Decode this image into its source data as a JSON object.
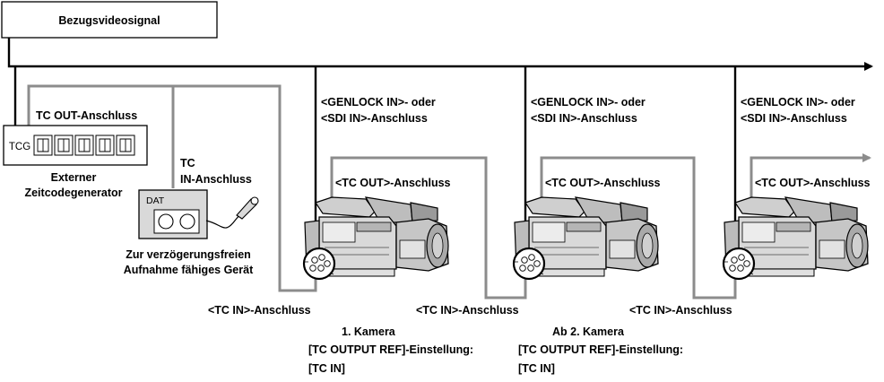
{
  "reference_box": {
    "label": "Bezugsvideosignal"
  },
  "generator": {
    "port_label": "TC OUT-Anschluss",
    "tag": "TCG",
    "name_line1": "Externer",
    "name_line2": "Zeitcodegenerator"
  },
  "recorder": {
    "tag": "DAT",
    "port_line1": "TC",
    "port_line2": "IN-Anschluss",
    "name_line1": "Zur verzögerungsfreien",
    "name_line2": "Aufnahme fähiges Gerät"
  },
  "cameras": [
    {
      "genlock_line1": "<GENLOCK IN>- oder",
      "genlock_line2": "<SDI IN>-Anschluss",
      "tc_out": "<TC OUT>-Anschluss",
      "tc_in": "<TC IN>-Anschluss"
    },
    {
      "genlock_line1": "<GENLOCK IN>- oder",
      "genlock_line2": "<SDI IN>-Anschluss",
      "tc_out": "<TC OUT>-Anschluss",
      "tc_in": "<TC IN>-Anschluss"
    },
    {
      "genlock_line1": "<GENLOCK IN>- oder",
      "genlock_line2": "<SDI IN>-Anschluss",
      "tc_out": "<TC OUT>-Anschluss",
      "tc_in": "<TC IN>-Anschluss"
    }
  ],
  "notes": {
    "first": {
      "line1": "1. Kamera",
      "line2": "[TC OUTPUT REF]-Einstellung:",
      "line3": "[TC IN]"
    },
    "second": {
      "line1": "Ab 2. Kamera",
      "line2": "[TC OUTPUT REF]-Einstellung:",
      "line3": "[TC IN]"
    }
  },
  "colors": {
    "black_line": "#000000",
    "gray_line": "#8c8c8c",
    "device_fill": "#d9d9d9"
  }
}
